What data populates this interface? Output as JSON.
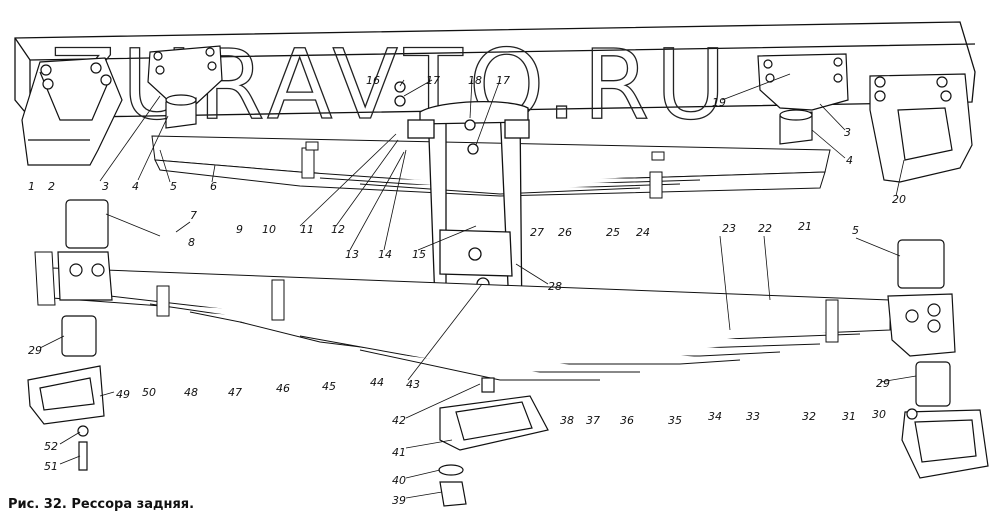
{
  "watermark": "ZURAVTO.RU",
  "caption": "Рис. 32. Рессора задняя.",
  "callouts": {
    "c1": "1",
    "c2": "2",
    "c3a": "3",
    "c3b": "3",
    "c4a": "4",
    "c4b": "4",
    "c5a": "5",
    "c5b": "5",
    "c6": "6",
    "c7": "7",
    "c8": "8",
    "c9": "9",
    "c10": "10",
    "c11": "11",
    "c12": "12",
    "c13": "13",
    "c14": "14",
    "c15": "15",
    "c16": "16",
    "c17a": "17",
    "c17b": "17",
    "c18": "18",
    "c19": "19",
    "c20": "20",
    "c21": "21",
    "c22": "22",
    "c23": "23",
    "c24": "24",
    "c25": "25",
    "c26": "26",
    "c27": "27",
    "c28": "28",
    "c29a": "29",
    "c29b": "29",
    "c30": "30",
    "c31": "31",
    "c32": "32",
    "c33": "33",
    "c34": "34",
    "c35": "35",
    "c36": "36",
    "c37": "37",
    "c38": "38",
    "c39": "39",
    "c40": "40",
    "c41": "41",
    "c42": "42",
    "c43": "43",
    "c44": "44",
    "c45": "45",
    "c46": "46",
    "c47": "47",
    "c48": "48",
    "c49": "49",
    "c50": "50",
    "c51": "51",
    "c52": "52"
  }
}
